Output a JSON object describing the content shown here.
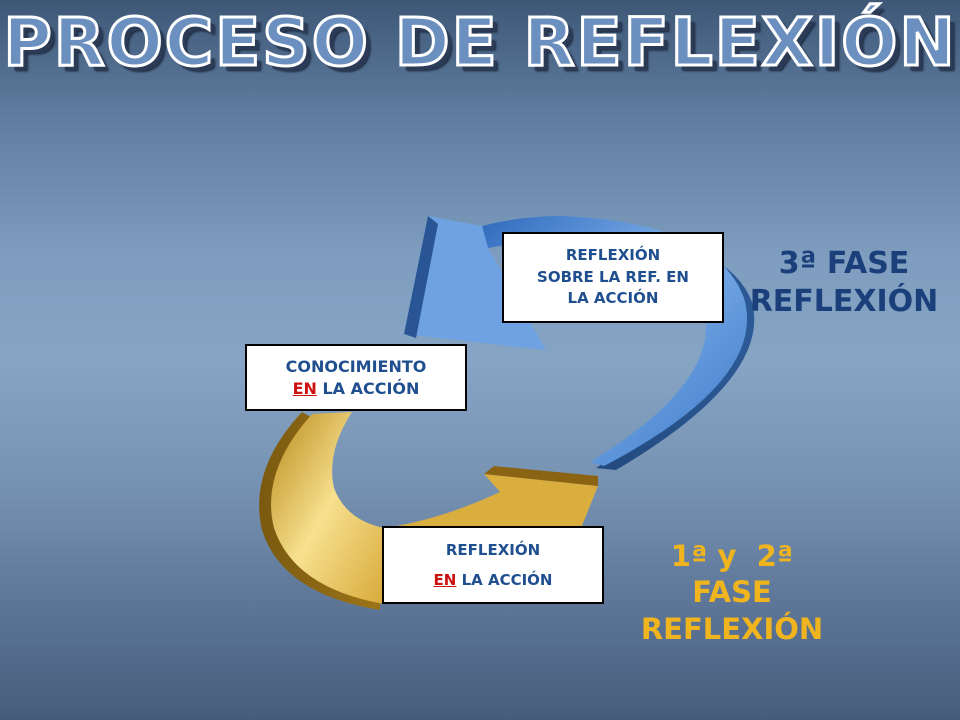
{
  "title": "PROCESO DE REFLEXIÓN",
  "boxes": {
    "top": {
      "line1": "REFLEXIÓN",
      "line2": "SOBRE LA REF. EN",
      "line3": "LA ACCIÓN"
    },
    "middle": {
      "emphasis": "EN",
      "line1": "CONOCIMIENTO",
      "rest": " LA ACCIÓN"
    },
    "bottom": {
      "line1": "REFLEXIÓN",
      "emphasis": "EN",
      "rest": " LA ACCIÓN"
    }
  },
  "phases": {
    "third": {
      "line1": "3ª FASE",
      "line2": "REFLEXIÓN"
    },
    "first_second": {
      "line1": "1ª y  2ª",
      "line2": "FASE",
      "line3": "REFLEXIÓN"
    }
  },
  "colors": {
    "title_fill": "#6b8fbf",
    "box_text": "#1f4f8f",
    "emphasis": "#cc1111",
    "third_phase": "#1a3f7a",
    "first_phase": "#f0b41e",
    "blue_arrow": "#5e95d8",
    "gold_arrow": "#e6c45a"
  }
}
